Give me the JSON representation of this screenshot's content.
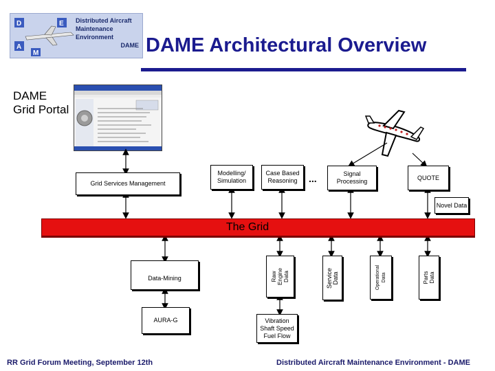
{
  "header": {
    "logo": {
      "line1": "Distributed Aircraft",
      "line2": "Maintenance Environment",
      "line3": "DAME",
      "letters": [
        "D",
        "A",
        "M",
        "E"
      ]
    },
    "title": "DAME Architectural Overview"
  },
  "portal": {
    "label_line1": "DAME",
    "label_line2": "Grid Portal"
  },
  "services": {
    "grid_services": "Grid Services Management",
    "modelling": "Modelling/ Simulation",
    "case_based": "Case Based Reasoning",
    "ellipsis": "...",
    "signal": "Signal Processing",
    "quote": "QUOTE",
    "novel": "Novel Data"
  },
  "grid": {
    "label": "The Grid"
  },
  "stores": {
    "data_mining": "Data-Mining",
    "aura": "AURA-G",
    "raw_engine": "Raw Engine Data",
    "service": "Service Data",
    "operational": "Operational Data",
    "parts": "Parts Data",
    "vibration": "Vibration Shaft Speed Fuel Flow"
  },
  "footer": {
    "left": "RR Grid Forum Meeting, September 12th",
    "right": "Distributed Aircraft Maintenance Environment - DAME"
  },
  "colors": {
    "title": "#1b1b8f",
    "grid_bar": "#e51010",
    "logo_bg": "#c9d3ec"
  }
}
